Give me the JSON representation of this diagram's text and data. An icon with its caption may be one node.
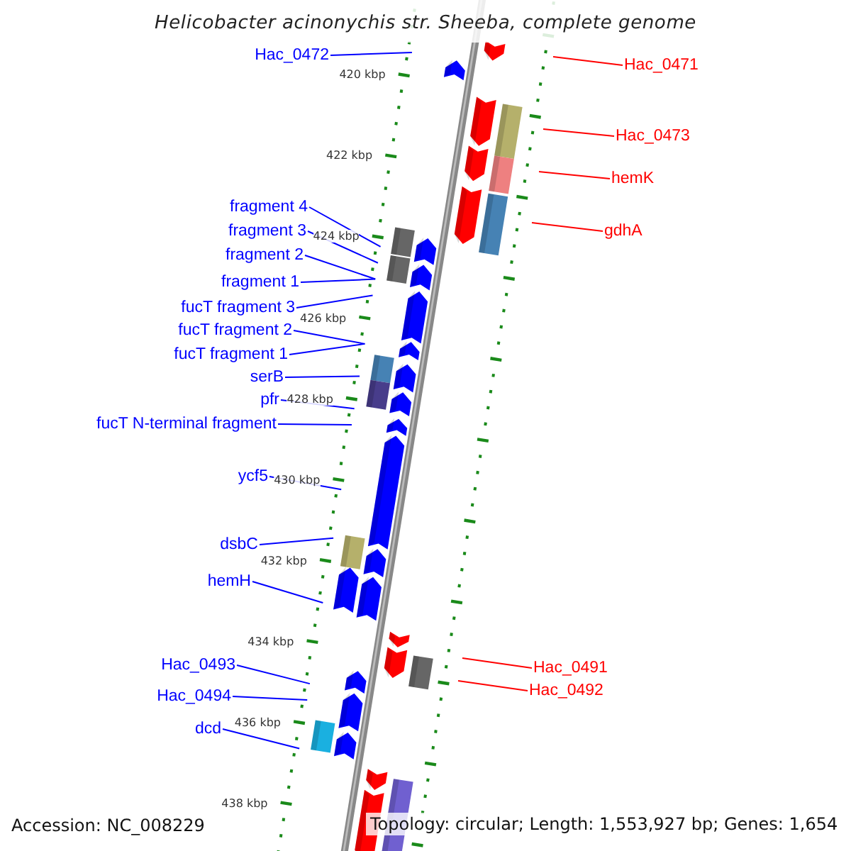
{
  "diagram": {
    "title": "Helicobacter acinonychis str. Sheeba, complete genome",
    "nodes": [
      {
        "text": [
          "Hac_0472"
        ]
      },
      {
        "text": [
          "fragment 4"
        ]
      },
      {
        "text": [
          "fragment 3"
        ]
      },
      {
        "text": [
          "fragment 2"
        ]
      },
      {
        "text": [
          "fragment 1"
        ]
      },
      {
        "text": [
          "fucT fragment 3"
        ]
      },
      {
        "text": [
          "fucT fragment 2"
        ]
      },
      {
        "text": [
          "fucT fragment 1"
        ]
      },
      {
        "text": [
          "serB"
        ]
      },
      {
        "text": [
          "pfr"
        ]
      },
      {
        "text": [
          "fucT N-terminal fragment"
        ]
      },
      {
        "text": [
          "ycf5"
        ]
      },
      {
        "text": [
          "dsbC"
        ]
      },
      {
        "text": [
          "hemH"
        ]
      },
      {
        "text": [
          "Hac_0493"
        ]
      },
      {
        "text": [
          "Hac_0494"
        ]
      },
      {
        "text": [
          "dcd"
        ]
      },
      {
        "text": [
          "Hac_0471"
        ]
      },
      {
        "text": [
          "Hac_0473"
        ]
      },
      {
        "text": [
          "hemK"
        ]
      },
      {
        "text": [
          "gdhA"
        ]
      },
      {
        "text": [
          "Hac_0491"
        ]
      },
      {
        "text": [
          "Hac_0492"
        ]
      }
    ],
    "edges": [
      {
        "from": 0,
        "to": null,
        "arrow": "none"
      },
      {
        "from": 1,
        "to": null,
        "arrow": "none"
      },
      {
        "from": 2,
        "to": null,
        "arrow": "none"
      },
      {
        "from": 3,
        "to": null,
        "arrow": "none"
      },
      {
        "from": 4,
        "to": null,
        "arrow": "none"
      },
      {
        "from": 5,
        "to": null,
        "arrow": "none"
      },
      {
        "from": 6,
        "to": null,
        "arrow": "none"
      },
      {
        "from": 7,
        "to": null,
        "arrow": "none"
      },
      {
        "from": 8,
        "to": null,
        "arrow": "none"
      },
      {
        "from": 9,
        "to": null,
        "arrow": "none"
      },
      {
        "from": 10,
        "to": null,
        "arrow": "none"
      },
      {
        "from": 11,
        "to": null,
        "arrow": "none"
      },
      {
        "from": 12,
        "to": null,
        "arrow": "none"
      },
      {
        "from": 13,
        "to": null,
        "arrow": "none"
      },
      {
        "from": 14,
        "to": null,
        "arrow": "none"
      },
      {
        "from": 15,
        "to": null,
        "arrow": "none"
      },
      {
        "from": 16,
        "to": null,
        "arrow": "none"
      },
      {
        "from": 17,
        "to": null,
        "arrow": "none",
        "color": "#ff0000"
      },
      {
        "from": 18,
        "to": null,
        "arrow": "none",
        "color": "#ff0000"
      },
      {
        "from": 19,
        "to": null,
        "arrow": "none",
        "color": "#ff0000"
      },
      {
        "from": 20,
        "to": null,
        "arrow": "none",
        "color": "#ff0000"
      },
      {
        "from": 21,
        "to": null,
        "arrow": "none",
        "color": "#ff0000"
      },
      {
        "from": 22,
        "to": null,
        "arrow": "none",
        "color": "#ff0000"
      }
    ],
    "labels": [
      "420 kbp",
      "422 kbp",
      "424 kbp",
      "426 kbp",
      "428 kbp",
      "430 kbp",
      "432 kbp",
      "434 kbp",
      "436 kbp",
      "438 kbp",
      "Accession: NC_008229",
      "Topology: circular; Length: 1,553,927 bp; Genes: 1,654"
    ]
  }
}
